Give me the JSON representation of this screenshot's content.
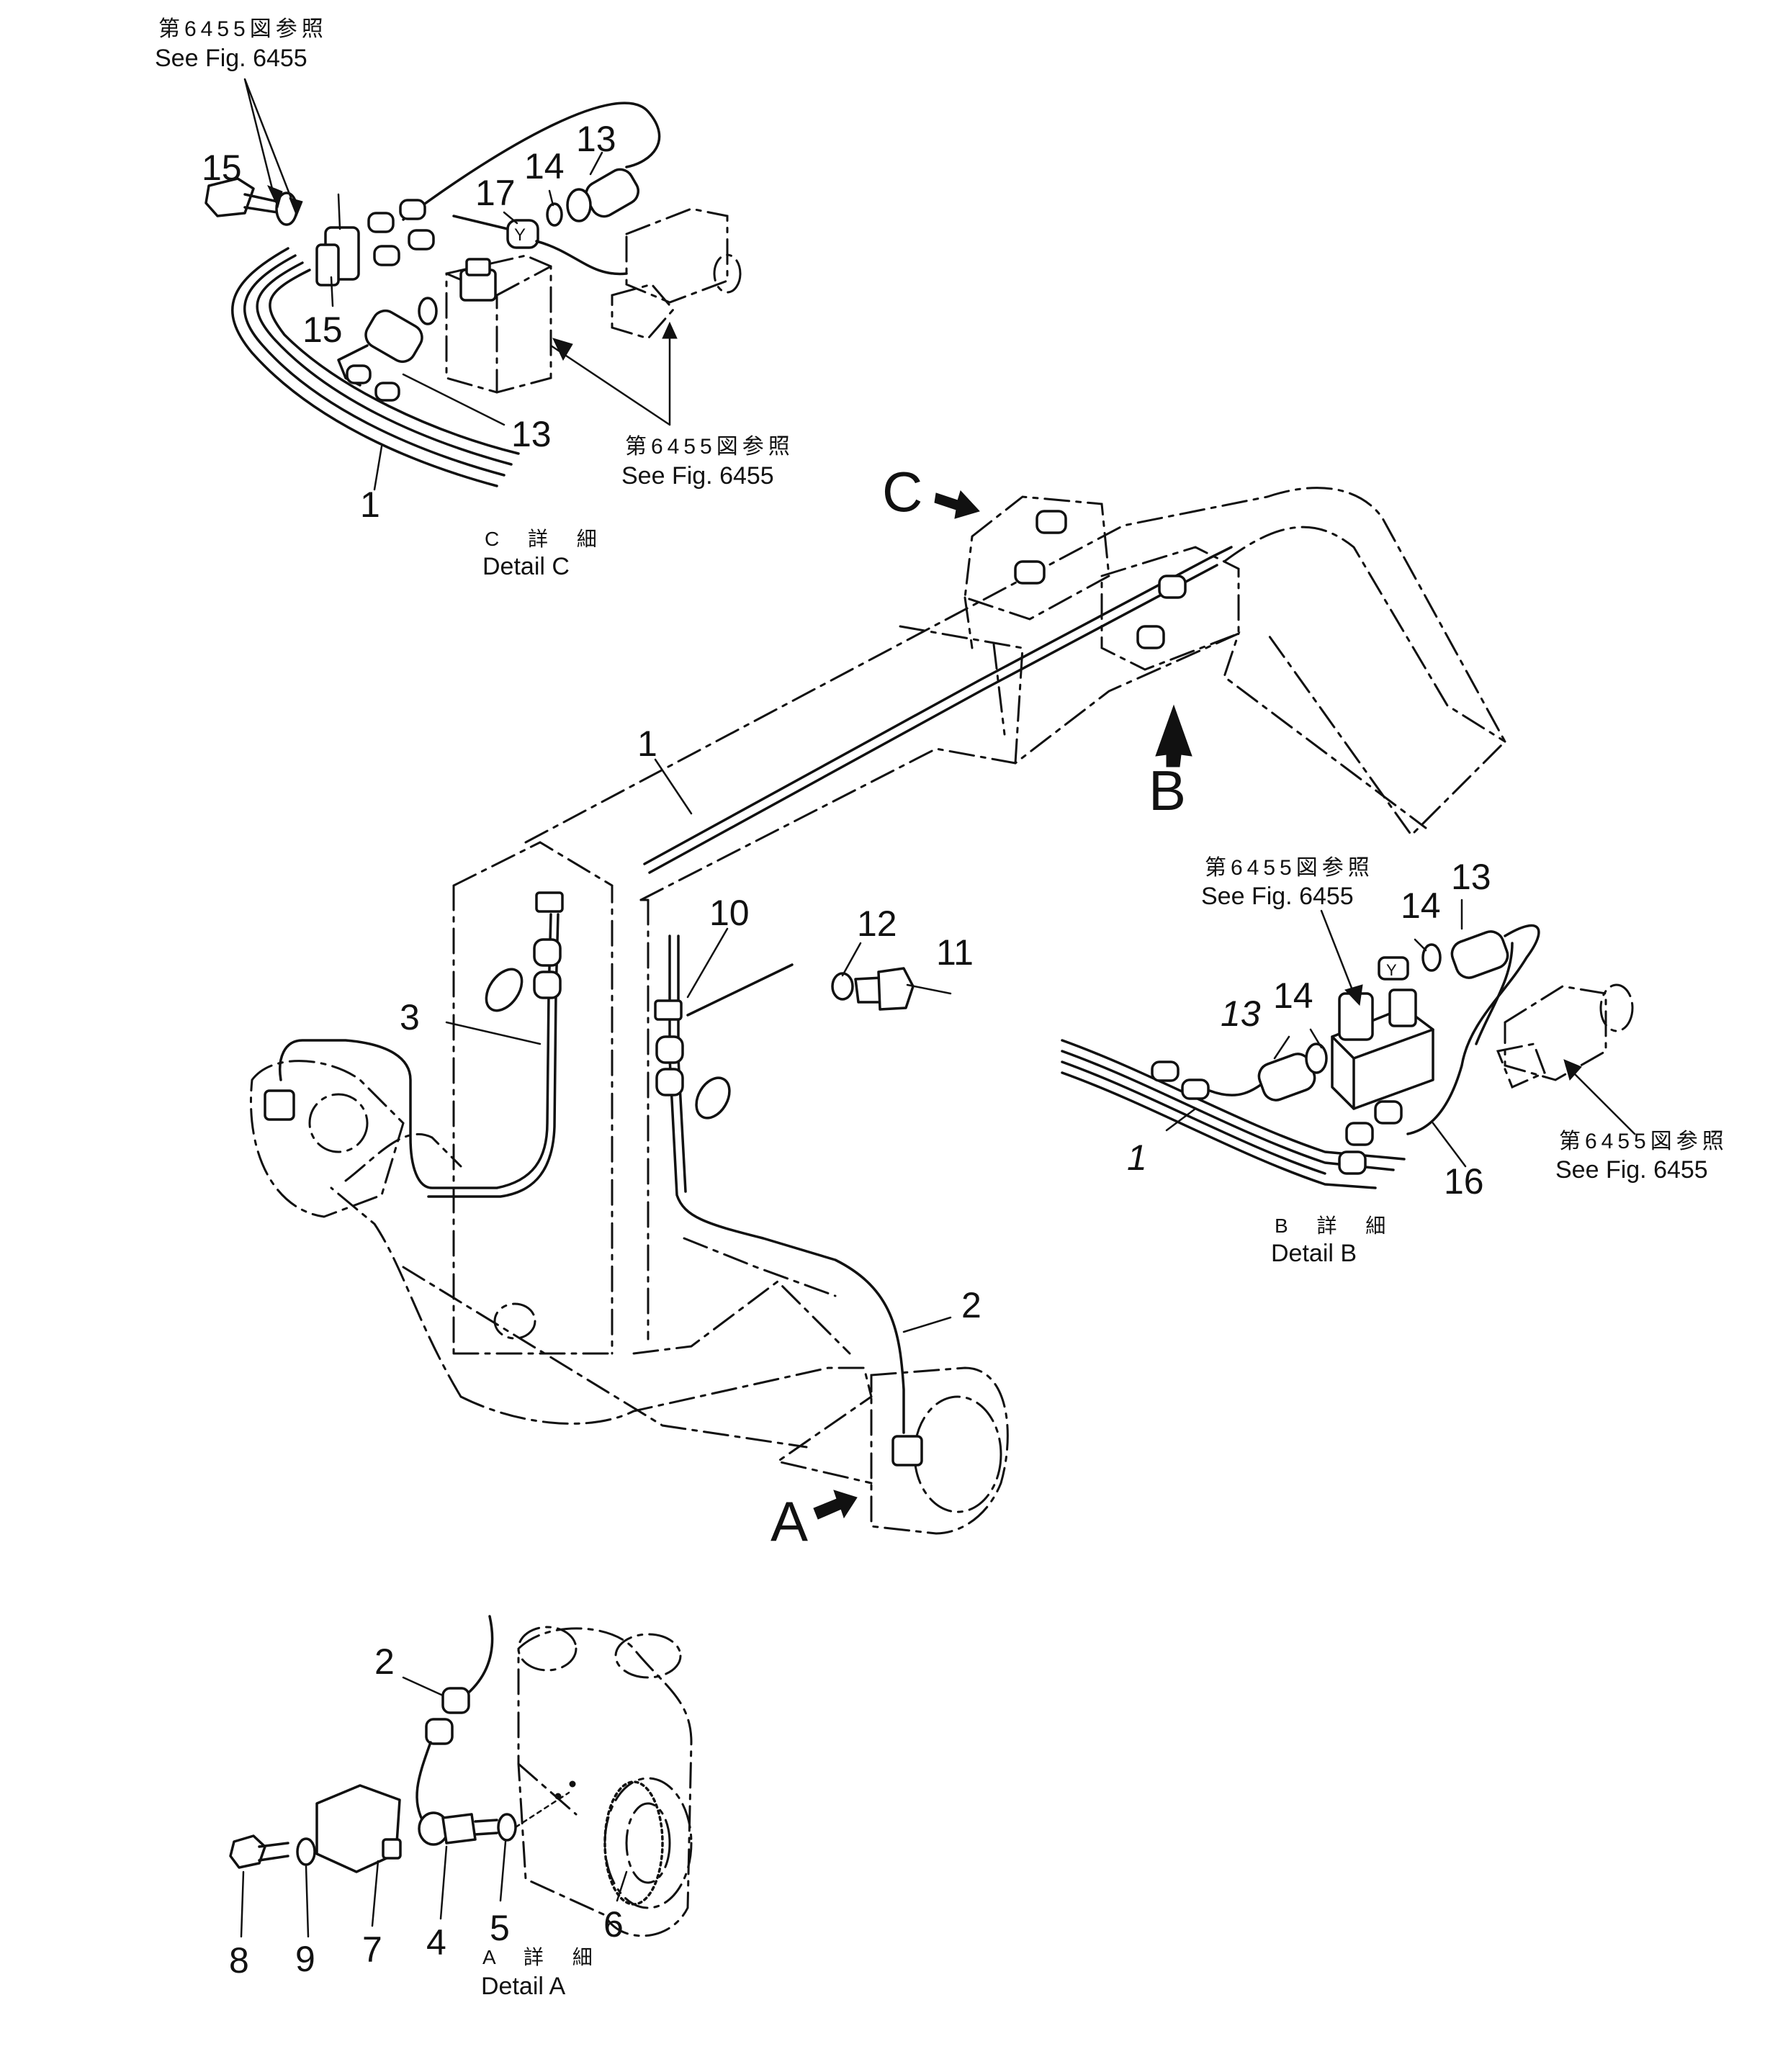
{
  "callouts": {
    "c13a": "13",
    "c13b": "13",
    "c14": "14",
    "c15a": "15",
    "c15b": "15",
    "c17": "17",
    "c1c": "1",
    "c1m": "1",
    "c3": "3",
    "c10": "10",
    "c12": "12",
    "c11": "11",
    "c2m": "2",
    "c13c": "13",
    "c14b": "14",
    "c13d": "13",
    "c14c": "14",
    "c1b": "1",
    "c16": "16",
    "c2a": "2",
    "c4": "4",
    "c5": "5",
    "c6": "6",
    "c7": "7",
    "c8": "8",
    "c9": "9"
  },
  "references": {
    "ref_c_top": {
      "jp": "第6455図参照",
      "en": "See Fig. 6455"
    },
    "ref_c_bottom": {
      "jp": "第6455図参照",
      "en": "See Fig. 6455"
    },
    "ref_b_top": {
      "jp": "第6455図参照",
      "en": "See Fig. 6455"
    },
    "ref_b_right": {
      "jp": "第6455図参照",
      "en": "See Fig. 6455"
    }
  },
  "details": {
    "c": {
      "jp": "C 詳 細",
      "en": "Detail C"
    },
    "b": {
      "jp": "B 詳 細",
      "en": "Detail B"
    },
    "a": {
      "jp": "A 詳 細",
      "en": "Detail A"
    }
  },
  "views": {
    "a": "A",
    "b": "B",
    "c": "C"
  }
}
